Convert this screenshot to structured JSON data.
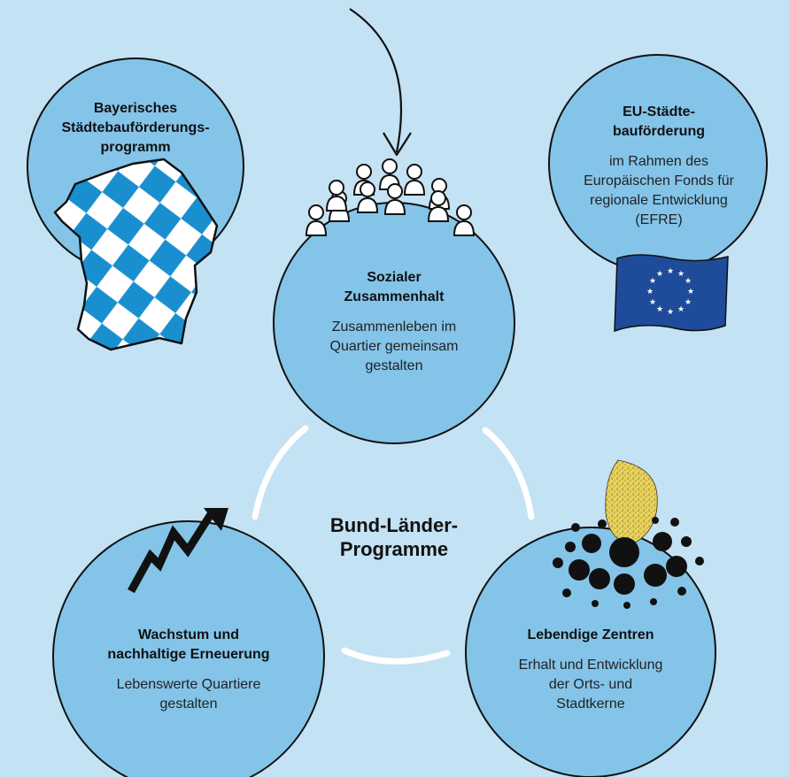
{
  "center": {
    "line1": "Bund-Länder-",
    "line2": "Programme"
  },
  "nodes": {
    "bayern": {
      "title_lines": [
        "Bayerisches",
        "Städtebauförderungs-",
        "programm"
      ]
    },
    "eu": {
      "title_lines": [
        "EU-Städte-",
        "bauförderung"
      ],
      "body_lines": [
        "im Rahmen des",
        "Europäischen Fonds für",
        "regionale Entwicklung",
        "(EFRE)"
      ]
    },
    "sozial": {
      "title_lines": [
        "Sozialer",
        "Zusammenhalt"
      ],
      "body_lines": [
        "Zusammenleben im",
        "Quartier gemeinsam",
        "gestalten"
      ]
    },
    "wachstum": {
      "title_lines": [
        "Wachstum und",
        "nachhaltige Erneuerung"
      ],
      "body_lines": [
        "Lebenswerte Quartiere",
        "gestalten"
      ]
    },
    "zentren": {
      "title_lines": [
        "Lebendige Zentren"
      ],
      "body_lines": [
        "Erhalt und Entwicklung",
        "der Orts- und",
        "Stadtkerne"
      ]
    }
  },
  "colors": {
    "background": "#c3e2f3",
    "circle_fill": "#84c4e9",
    "outline": "#111111",
    "bavaria_blue": "#1a8fd0",
    "eu_flag": "#1e4c9a",
    "eu_star": "#ffffff",
    "coin": "#e9d25b"
  },
  "icons": {
    "bayern": "bavaria-map-icon",
    "eu": "eu-flag-icon",
    "sozial": "people-group-icon",
    "wachstum": "growth-arrow-icon",
    "zentren": "coin-drop-icon"
  }
}
